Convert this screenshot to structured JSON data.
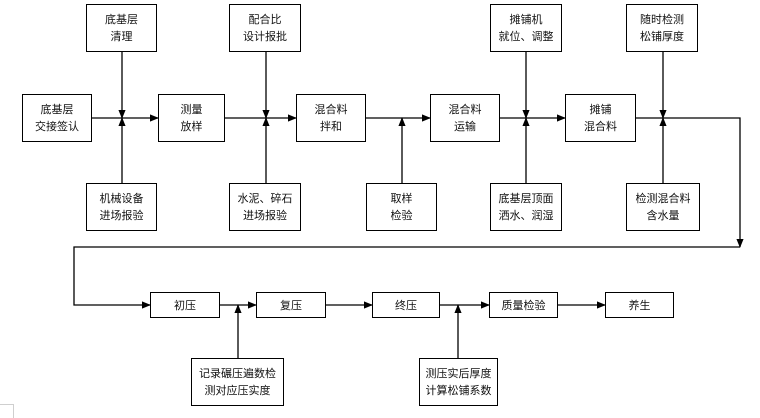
{
  "nodes": {
    "base_handover": {
      "lines": [
        "底基层",
        "交接签认"
      ]
    },
    "survey": {
      "lines": [
        "测量",
        "放样"
      ]
    },
    "mix": {
      "lines": [
        "混合料",
        "拌和"
      ]
    },
    "transport": {
      "lines": [
        "混合料",
        "运输"
      ]
    },
    "pave": {
      "lines": [
        "摊铺",
        "混合料"
      ]
    },
    "base_clean": {
      "lines": [
        "底基层",
        "清理"
      ]
    },
    "mix_ratio": {
      "lines": [
        "配合比",
        "设计报批"
      ]
    },
    "paver_position": {
      "lines": [
        "摊铺机",
        "就位、调整"
      ]
    },
    "loose_thickness": {
      "lines": [
        "随时检测",
        "松铺厚度"
      ]
    },
    "equipment": {
      "lines": [
        "机械设备",
        "进场报验"
      ]
    },
    "materials": {
      "lines": [
        "水泥、碎石",
        "进场报验"
      ]
    },
    "sampling": {
      "lines": [
        "取样",
        "检验"
      ]
    },
    "base_wetting": {
      "lines": [
        "底基层顶面",
        "洒水、润湿"
      ]
    },
    "moisture": {
      "lines": [
        "检测混合料",
        "含水量"
      ]
    },
    "initial_press": {
      "lines": [
        "初压"
      ]
    },
    "re_press": {
      "lines": [
        "复压"
      ]
    },
    "final_press": {
      "lines": [
        "终压"
      ]
    },
    "quality": {
      "lines": [
        "质量检验"
      ]
    },
    "curing": {
      "lines": [
        "养生"
      ]
    },
    "record_passes": {
      "lines": [
        "记录碾压遍数检",
        "测对应压实度"
      ]
    },
    "measure_compact": {
      "lines": [
        "测压实后厚度",
        "计算松铺系数"
      ]
    }
  }
}
